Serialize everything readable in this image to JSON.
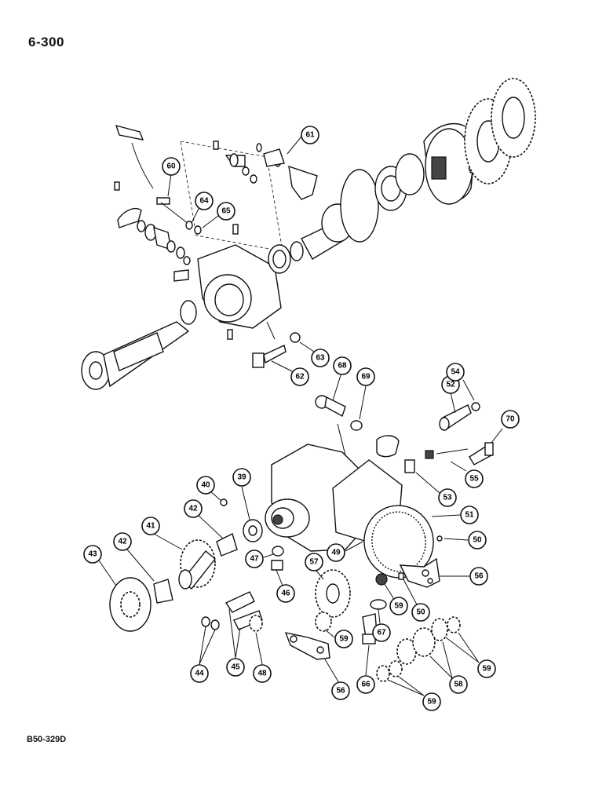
{
  "page_number": "6-300",
  "figure_code": "B50-329D",
  "callouts": [
    "61",
    "60",
    "64",
    "65",
    "63",
    "62",
    "68",
    "69",
    "52",
    "54",
    "70",
    "55",
    "53",
    "40",
    "39",
    "42",
    "41",
    "43",
    "51",
    "50",
    "49",
    "47",
    "57",
    "56",
    "46",
    "59",
    "50",
    "42",
    "67",
    "44",
    "45",
    "48",
    "59",
    "56",
    "66",
    "58",
    "59",
    "59"
  ]
}
